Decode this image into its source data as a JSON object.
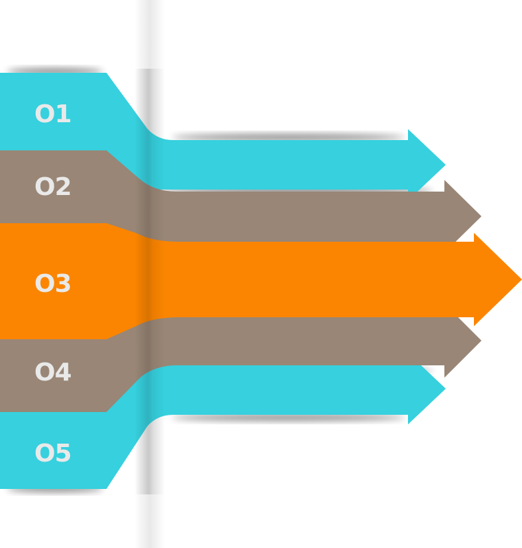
{
  "colors": {
    "background": "#ffffff",
    "cyan": "#36d0de",
    "taupe": "#998676",
    "orange": "#fb8500",
    "label": "#e9e9e9",
    "fold_shadow": "#c8c8c8"
  },
  "arrows": [
    {
      "id": "01",
      "label": "O1",
      "color": "cyan"
    },
    {
      "id": "02",
      "label": "O2",
      "color": "taupe"
    },
    {
      "id": "03",
      "label": "O3",
      "color": "orange"
    },
    {
      "id": "04",
      "label": "O4",
      "color": "taupe"
    },
    {
      "id": "05",
      "label": "O5",
      "color": "cyan"
    }
  ]
}
